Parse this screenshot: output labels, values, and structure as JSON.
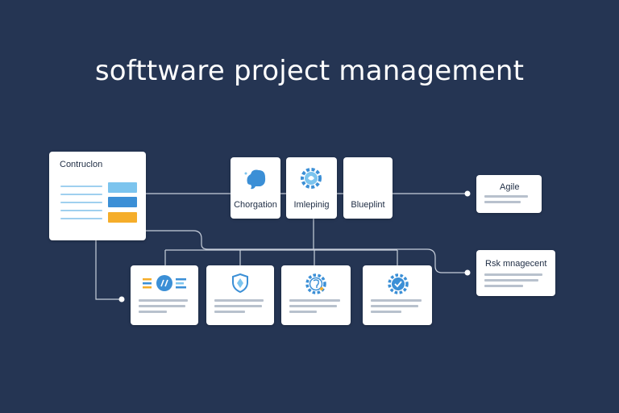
{
  "title": "softtware project management",
  "colors": {
    "background": "#253553",
    "accent_blue": "#3b8fd6",
    "light_blue": "#7cc4ee",
    "orange": "#f5ad2a",
    "line": "#c8cfdb"
  },
  "construction_card": {
    "label": "Contruclon"
  },
  "top_row": [
    {
      "label": "Chorgation",
      "icon": "cloud-person-icon"
    },
    {
      "label": "Imlepinig",
      "icon": "gear-brain-icon"
    },
    {
      "label": "Blueplint",
      "icon": ""
    }
  ],
  "agile_card": {
    "label": "Agile"
  },
  "risk_card": {
    "label": "Rsk mnagecent"
  },
  "bottom_row": [
    {
      "icon": "speed-icon"
    },
    {
      "icon": "shield-icon"
    },
    {
      "icon": "gear-face-icon"
    },
    {
      "icon": "gear-check-icon"
    }
  ]
}
